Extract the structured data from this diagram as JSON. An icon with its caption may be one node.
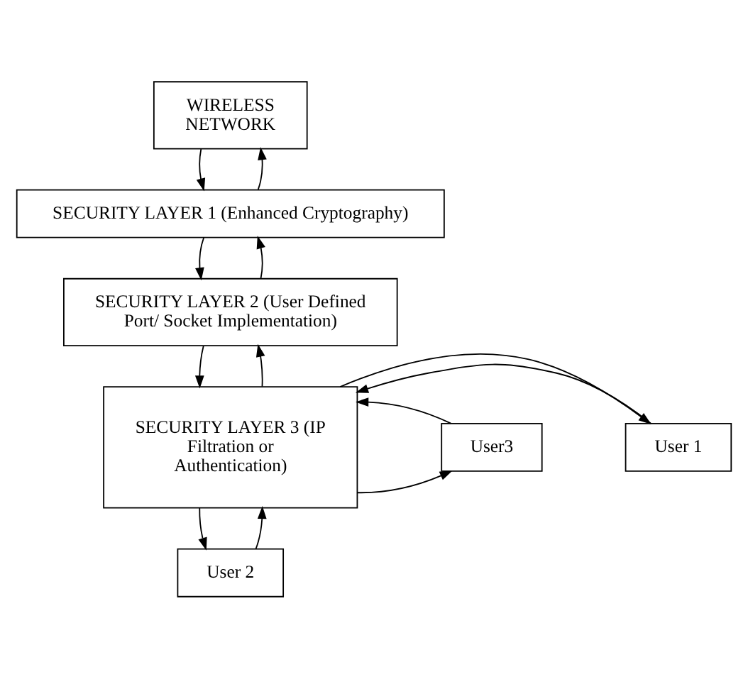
{
  "diagram": {
    "nodes": [
      {
        "text": [
          "WIRELESS NETWORK"
        ]
      },
      {
        "text": [
          "SECURITY LAYER 1 (Enhanced Cryptography)"
        ]
      },
      {
        "text": [
          "SECURITY LAYER 2 (User Defined Port/ Socket Implementation)"
        ]
      },
      {
        "text": [
          "User 1"
        ]
      },
      {
        "text": [
          "SECURITY LAYER 3 (IP Filtration or Authentication)"
        ]
      },
      {
        "text": [
          "User3"
        ]
      },
      {
        "text": [
          "User 2"
        ]
      }
    ],
    "edges": [
      {
        "from": 0,
        "to": 1,
        "arrow": "to"
      },
      {
        "from": 1,
        "to": 0,
        "arrow": "to"
      },
      {
        "from": 1,
        "to": 2,
        "arrow": "to"
      },
      {
        "from": 2,
        "to": 1,
        "arrow": "to"
      },
      {
        "from": 2,
        "to": 4,
        "arrow": "to"
      },
      {
        "from": 4,
        "to": 2,
        "arrow": "to"
      },
      {
        "from": 3,
        "to": 4,
        "arrow": "to"
      },
      {
        "from": 4,
        "to": 3,
        "arrow": "to"
      },
      {
        "from": 4,
        "to": 5,
        "arrow": "to"
      },
      {
        "from": 5,
        "to": 4,
        "arrow": "to"
      },
      {
        "from": 4,
        "to": 6,
        "arrow": "to"
      },
      {
        "from": 6,
        "to": 4,
        "arrow": "to"
      }
    ]
  }
}
